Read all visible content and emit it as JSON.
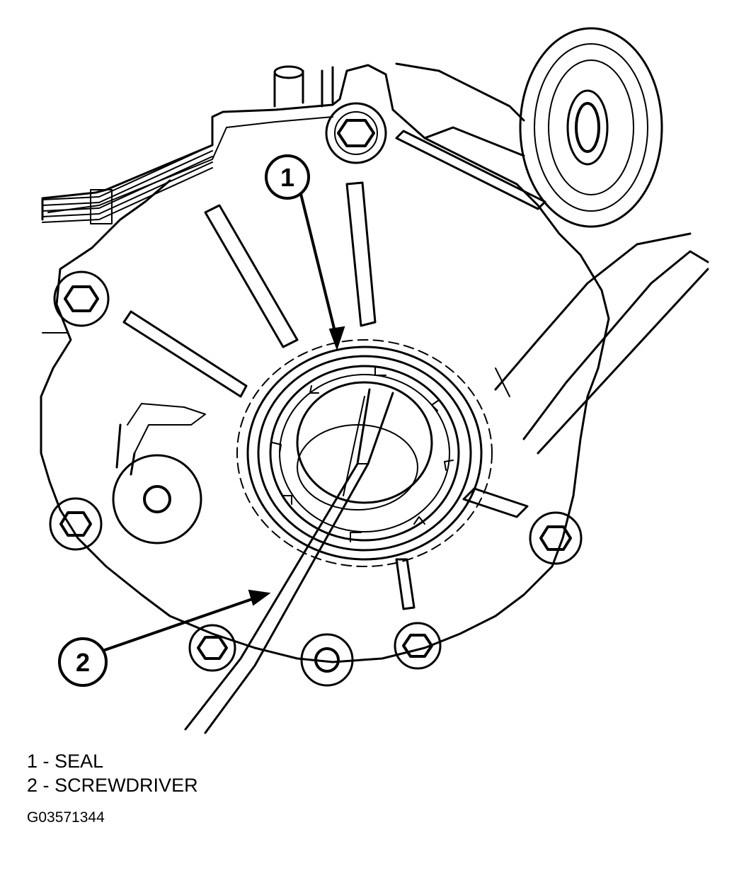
{
  "callouts": [
    {
      "number": "1"
    },
    {
      "number": "2"
    }
  ],
  "legend": [
    {
      "number": "1",
      "separator": "-",
      "label": "SEAL"
    },
    {
      "number": "2",
      "separator": "-",
      "label": "SCREWDRIVER"
    }
  ],
  "figure_id": "G03571344"
}
